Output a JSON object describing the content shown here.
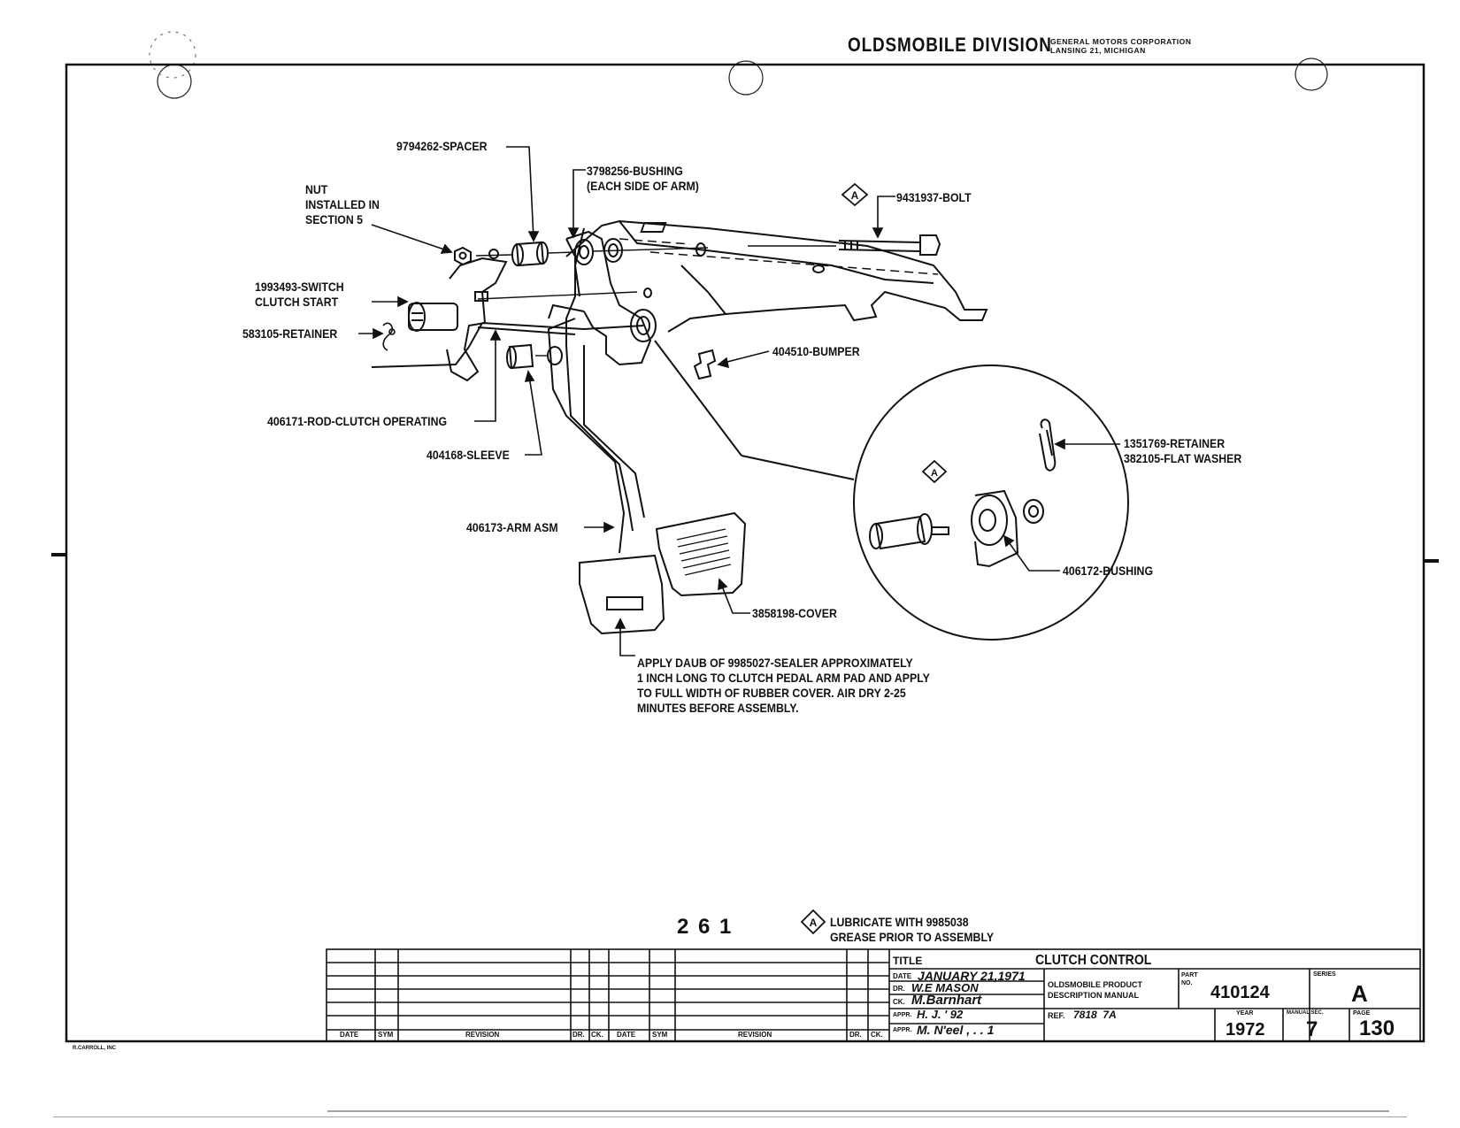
{
  "header": {
    "division": "OLDSMOBILE DIVISION",
    "corp": "GENERAL MOTORS CORPORATION\nLANSING 21, MICHIGAN"
  },
  "callouts": {
    "spacer": "9794262-SPACER",
    "bushing_3798256": "3798256-BUSHING\n(EACH SIDE OF ARM)",
    "nut": "NUT\nINSTALLED IN\nSECTION 5",
    "bolt": "9431937-BOLT",
    "switch": "1993493-SWITCH\nCLUTCH START",
    "retainer_583105": "583105-RETAINER",
    "bumper": "404510-BUMPER",
    "rod": "406171-ROD-CLUTCH OPERATING",
    "sleeve": "404168-SLEEVE",
    "retainer_1351769": "1351769-RETAINER\n382105-FLAT WASHER",
    "arm": "406173-ARM ASM",
    "bushing_406172": "406172-BUSHING",
    "cover": "3858198-COVER",
    "sealer_note": "APPLY DAUB OF 9985027-SEALER APPROXIMATELY\n1 INCH LONG TO CLUTCH PEDAL ARM PAD AND APPLY\nTO FULL WIDTH OF RUBBER COVER. AIR DRY 2-25\nMINUTES BEFORE ASSEMBLY.",
    "lube_symbol": "A",
    "lube_note": "LUBRICATE WITH 9985038\nGREASE PRIOR TO ASSEMBLY"
  },
  "sheet_number": "2 6 1",
  "title_block": {
    "title_label": "TITLE",
    "title": "CLUTCH CONTROL",
    "date_label": "DATE",
    "date": "JANUARY 21,1971",
    "dr_label": "DR.",
    "dr": "W.E MASON",
    "ck_label": "CK.",
    "ck": "M.Barnhart",
    "appr_label": "APPR.",
    "appr1": "H. J. ' 92",
    "appr2": "M. N'eel , . . 1",
    "manual": "OLDSMOBILE PRODUCT\nDESCRIPTION MANUAL",
    "part_label": "PART\nNO.",
    "part_no": "410124",
    "series_label": "SERIES",
    "series": "A",
    "ref_label": "REF.",
    "ref": "7818  7A",
    "year_label": "YEAR",
    "year": "1972",
    "manual_sec_label": "MANUAL SEC.",
    "manual_sec": "7",
    "page_label": "PAGE",
    "page": "130"
  },
  "revision_headers": {
    "date": "DATE",
    "sym": "SYM",
    "revision": "REVISION",
    "dr": "DR.",
    "ck": "CK."
  },
  "printer_mark": "R.CARROLL, INC"
}
